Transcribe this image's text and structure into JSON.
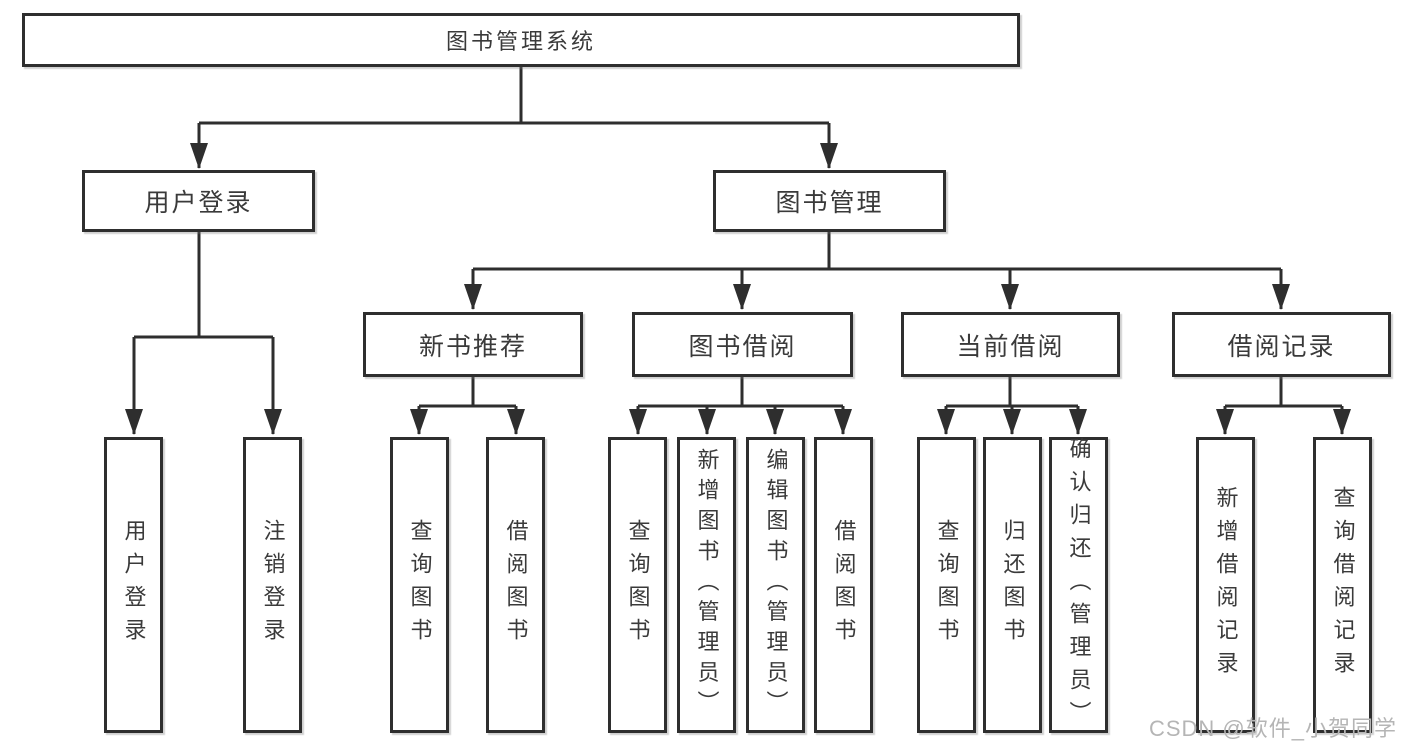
{
  "diagram": {
    "root": {
      "label": "图书管理系统"
    },
    "level2": {
      "user_login": {
        "label": "用户登录"
      },
      "book_management": {
        "label": "图书管理"
      }
    },
    "level3": {
      "new_book_recommend": {
        "label": "新书推荐"
      },
      "book_borrow": {
        "label": "图书借阅"
      },
      "current_borrow": {
        "label": "当前借阅"
      },
      "borrow_records": {
        "label": "借阅记录"
      }
    },
    "leaves": {
      "user_login": [
        "用户登录",
        "注销登录"
      ],
      "new_book": [
        "查询图书",
        "借阅图书"
      ],
      "book_borrow": [
        "查询图书",
        "新增图书（管理员）",
        "编辑图书（管理员）",
        "借阅图书"
      ],
      "current_borrow": [
        "查询图书",
        "归还图书",
        "确认归还（管理员）"
      ],
      "borrow_records": [
        "新增借阅记录",
        "查询借阅记录"
      ]
    },
    "watermark": "CSDN @软件_小贺同学",
    "colors": {
      "line": "#2e2e2e",
      "box_border": "#2e2e2e",
      "text": "#3a3a3a",
      "watermark": "#b5b5b5",
      "background": "#ffffff"
    }
  }
}
